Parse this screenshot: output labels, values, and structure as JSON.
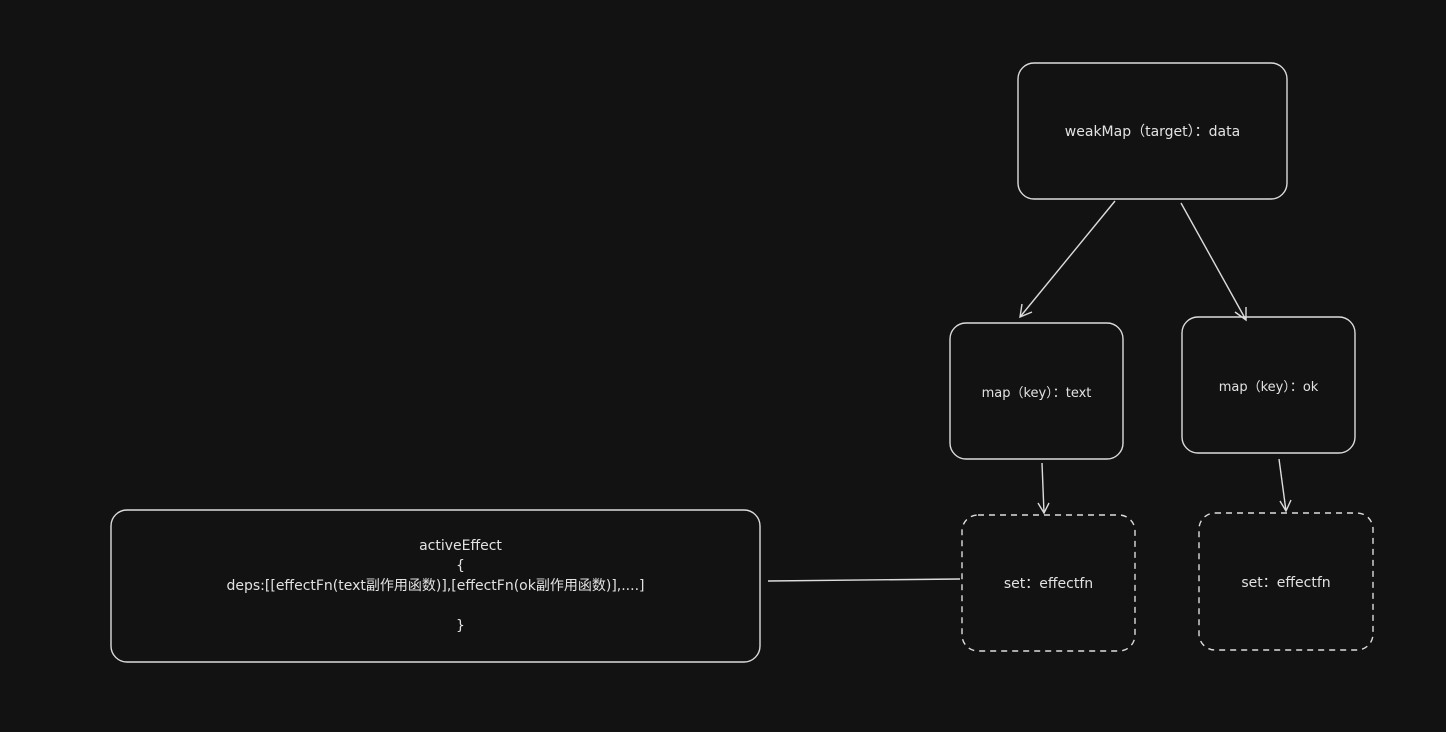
{
  "colors": {
    "background": "#121212",
    "stroke": "#dcdcdc",
    "text": "#e2e2e2"
  },
  "nodes": {
    "weakmap": "weakMap（target）：data",
    "map_text": "map（key）：text",
    "map_ok": "map（key）：ok",
    "set_text": "set：effectfn",
    "set_ok": "set：effectfn"
  },
  "active_effect": {
    "title": "activeEffect",
    "open": "{",
    "deps": "deps:[[effectFn(text副作用函数)],[effectFn(ok副作用函数)],....]",
    "close": "}"
  }
}
